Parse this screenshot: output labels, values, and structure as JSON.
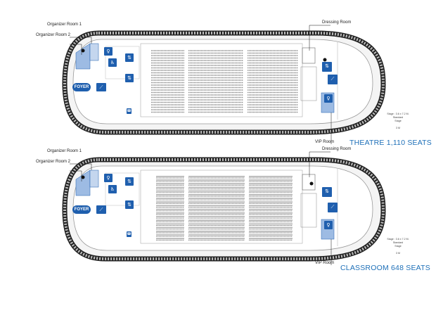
{
  "plans": [
    {
      "labels": {
        "organizer_room_1": "Organizer Room 1",
        "organizer_room_2": "Organizer Room 2",
        "dressing_room": "Dressing Room",
        "vip_room": "VIP Room",
        "foyer": "FOYER"
      },
      "stage_note": [
        "Stage : 3.6 x 7.2 M.",
        "Standard",
        "Stage",
        "",
        "3 M"
      ],
      "caption": "THEATRE 1,110 SEATS",
      "layout": "theatre"
    },
    {
      "labels": {
        "organizer_room_1": "Organizer Room 1",
        "organizer_room_2": "Organizer Room 2",
        "dressing_room": "Dressing Room",
        "vip_room": "VIP Room",
        "foyer": "FOYER"
      },
      "stage_note": [
        "Stage : 3.6 x 7.2 M.",
        "Standard",
        "Stage",
        "",
        "3 M"
      ],
      "caption": "CLASSROOM 648 SEATS",
      "layout": "classroom"
    }
  ],
  "colors": {
    "accent": "#1f5fae",
    "room_fill": "#9dbbe3",
    "caption": "#1d6fb8"
  },
  "icons": [
    "restroom-icon",
    "wheelchair-icon",
    "elevator-icon",
    "escalator-icon",
    "phone-icon",
    "info-icon"
  ]
}
